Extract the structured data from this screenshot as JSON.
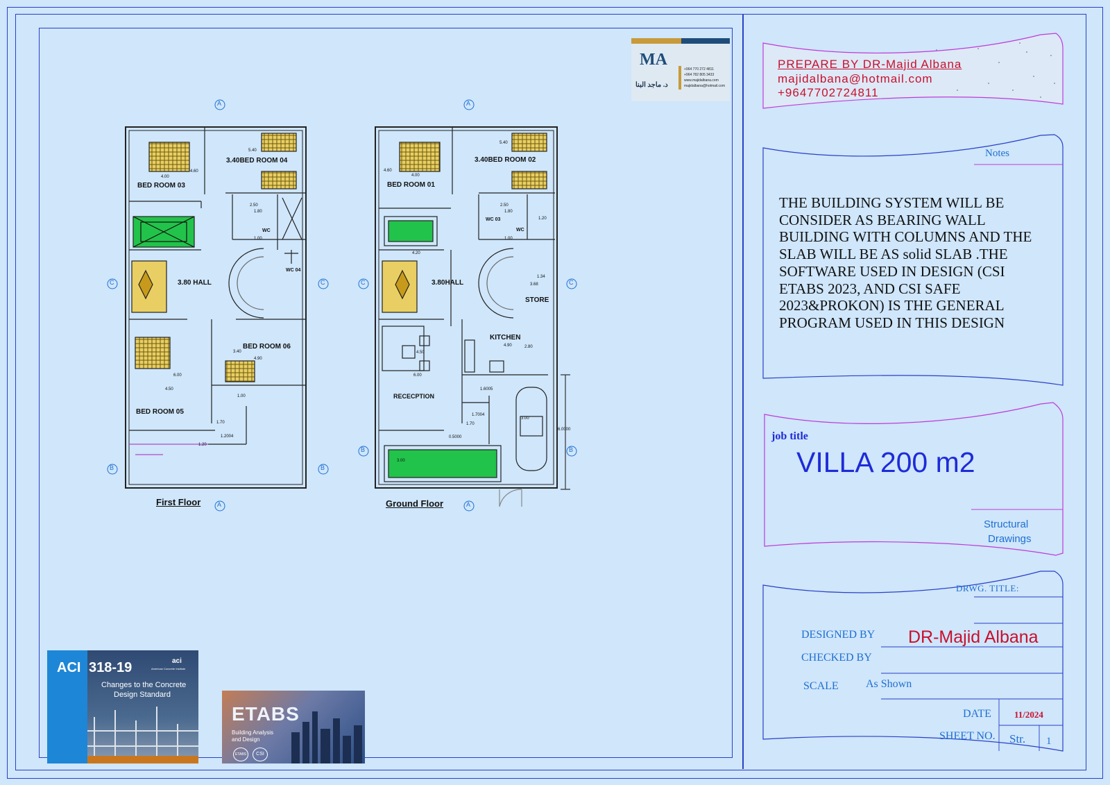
{
  "header": {
    "prepared_by": "PREPARE BY  DR-Majid Albana",
    "email": "majidalbana@hotmail.com",
    "phone": "+9647702724811"
  },
  "logo": {
    "monogram": "MA",
    "arabic_name": "د. ماجد البنا",
    "phone_1": "+964 770 272 4811",
    "phone_2": "+964 782 805 3433",
    "website": "www.majidalbana.com",
    "email": "majidalbana@hotmail.com"
  },
  "notes": {
    "title": "Notes",
    "lines": [
      "THE BUILDING SYSTEM WILL BE",
      "CONSIDER AS BEARING WALL",
      "BUILDING WITH   COLUMNS AND THE",
      "SLAB WILL BE AS solid SLAB  .THE",
      "SOFTWARE USED IN DESIGN (CSI",
      "ETABS 2023, AND CSI SAFE",
      "2023&PROKON)  IS THE GENERAL",
      "PROGRAM USED IN THIS DESIGN"
    ]
  },
  "job": {
    "label": "job title",
    "title": "VILLA 200 m2",
    "subtitle_1": "Structural",
    "subtitle_2": "Drawings"
  },
  "title_block": {
    "drwg_title_label": "DRWG.  TITLE:",
    "designed_by_label": "DESIGNED BY",
    "designed_by_value": "DR-Majid Albana",
    "checked_by_label": "CHECKED BY",
    "scale_label": "SCALE",
    "scale_value": "As Shown",
    "date_label": "DATE",
    "date_value": "11/2024",
    "sheet_label": "SHEET NO.",
    "sheet_prefix": "Str.",
    "sheet_number": "1"
  },
  "plans": {
    "first_floor": {
      "label": "First Floor",
      "rooms": [
        "BED ROOM 03",
        "3.40BED ROOM 04",
        "3.80 HALL",
        "WC 04",
        "WC",
        "BED ROOM 06",
        "BED ROOM 05"
      ],
      "dims": [
        "5.40",
        "4.00",
        "4.60",
        "2.50",
        "1.80",
        "1.00",
        "6.00",
        "4.50",
        "3.40",
        "4.90",
        "1.00",
        "1.70",
        "1.20",
        "1.2004"
      ]
    },
    "ground_floor": {
      "label": "Ground Floor",
      "rooms": [
        "BED ROOM 01",
        "3.40BED ROOM 02",
        "3.80HALL",
        "WC 03",
        "WC",
        "STORE",
        "KITCHEN",
        "RECECPTION"
      ],
      "dims": [
        "5.40",
        "4.60",
        "4.00",
        "2.50",
        "1.80",
        "1.00",
        "1.20",
        "4.20",
        "1.34",
        "3.68",
        "4.90",
        "2.80",
        "4.50",
        "6.00",
        "1.6005",
        "1.7004",
        "1.70",
        "0.5000",
        "3.00",
        "6.0000",
        "3.00"
      ]
    },
    "section_markers": [
      "A",
      "C",
      "B"
    ]
  },
  "covers": {
    "aci_prefix": "ACI",
    "aci_number": "318-19",
    "aci_brand": "aci",
    "aci_org": "American Concrete Institute",
    "aci_sub_1": "Changes to the Concrete",
    "aci_sub_2": "Design Standard",
    "etabs_title": "ETABS",
    "etabs_sub_1": "Building Analysis",
    "etabs_sub_2": "and Design",
    "etabs_badge_1": "ETABS",
    "etabs_badge_2": "CSI"
  },
  "colors": {
    "background": "#cfe6fb",
    "frame": "#2a3fc8",
    "prepared_red": "#c8102e",
    "magenta": "#c03ad8",
    "blue_text": "#1f6fd0",
    "job_title_blue": "#1e2bd8",
    "green_fill": "#22c34a"
  }
}
